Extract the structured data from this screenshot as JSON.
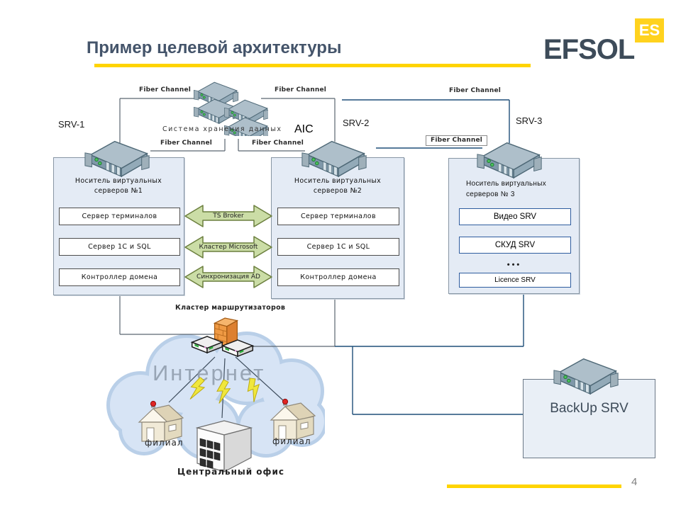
{
  "header": {
    "title": "Пример целевой архитектуры",
    "logo_text": "EFSOL",
    "logo_badge": "ES"
  },
  "footer": {
    "page_number": "4"
  },
  "diagram": {
    "fiber_channel_label": "Fiber Channel",
    "storage_label": "Система хранения данных",
    "aic_label": "AIC",
    "srv1_label": "SRV-1",
    "srv2_label": "SRV-2",
    "srv3_label": "SRV-3",
    "hosts": [
      {
        "title": "Носитель виртуальных серверов №1",
        "items": [
          "Сервер терминалов",
          "Сервер 1С и SQL",
          "Контроллер домена"
        ]
      },
      {
        "title": "Носитель виртуальных серверов №2",
        "items": [
          "Сервер терминалов",
          "Сервер 1С и SQL",
          "Контроллер домена"
        ]
      },
      {
        "title": "Носитель виртуальных серверов № 3",
        "items": [
          "Видео SRV",
          "СКУД SRV",
          "•••",
          "Licence SRV"
        ]
      }
    ],
    "links": [
      "TS Broker",
      "Кластер Microsoft",
      "Синхронизация AD"
    ],
    "router_cluster_label": "Кластер маршрутизаторов",
    "internet_label": "Интернет",
    "branch_label": "филиал",
    "office_label": "Центральный офис",
    "backup_label": "BackUp SRV"
  },
  "colors": {
    "accent_yellow": "#FFD400",
    "title_color": "#44546A",
    "logo_color": "#3D4B59",
    "host_fill": "#E4EBF5",
    "fiber_blue_line": "#1F4E79",
    "arrow_green_fill": "#CBDDA6",
    "arrow_green_border": "#6B7F3E",
    "firewall_orange": "#EF9A44"
  }
}
